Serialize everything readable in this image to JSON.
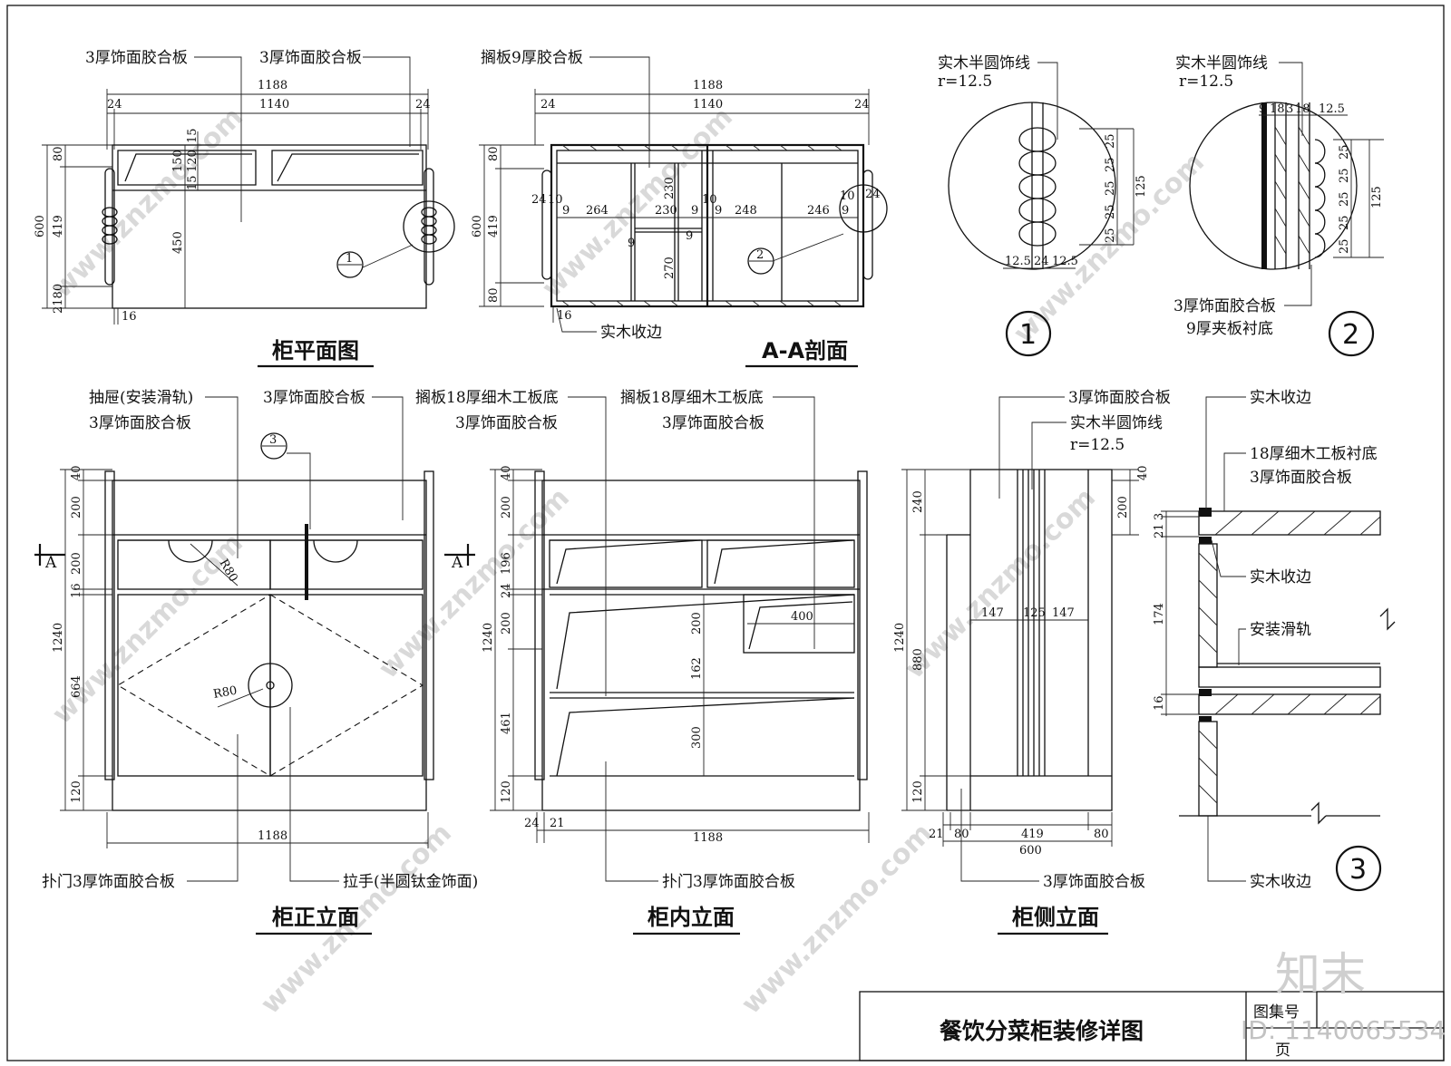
{
  "drawing": {
    "title": "餐饮分菜柜装修详图",
    "atlas_label": "图集号",
    "page_label": "页",
    "id_text": "ID: 1140065534",
    "brand": "知末",
    "watermark": "www.znzmo.com"
  },
  "views": {
    "plan": {
      "title": "柜平面图",
      "labels": [
        "3厚饰面胶合板",
        "3厚饰面胶合板"
      ],
      "dims": [
        "1188",
        "1140",
        "24",
        "24",
        "80",
        "419",
        "600",
        "450",
        "15",
        "150",
        "120",
        "15",
        "2180",
        "16"
      ],
      "callout": "1"
    },
    "section_aa": {
      "title": "A-A剖面",
      "labels": [
        "搁板9厚胶合板",
        "实木收边"
      ],
      "dims": [
        "1188",
        "1140",
        "24",
        "24",
        "80",
        "419",
        "600",
        "80",
        "24",
        "10",
        "9",
        "264",
        "230",
        "230",
        "9",
        "10",
        "9",
        "248",
        "246",
        "10",
        "9",
        "24",
        "9",
        "270",
        "9",
        "16"
      ],
      "callout": "2"
    },
    "detail1": {
      "number": "1",
      "labels": [
        "实木半圆饰线",
        "r=12.5"
      ],
      "dims": [
        "25",
        "25",
        "25",
        "25",
        "25",
        "125",
        "12.5",
        "24",
        "12.5"
      ]
    },
    "detail2": {
      "number": "2",
      "labels": [
        "实木半圆饰线",
        "r=12.5",
        "3厚饰面胶合板",
        "9厚夹板衬底"
      ],
      "dims": [
        "9",
        "18",
        "3",
        "18",
        "12.5",
        "25",
        "25",
        "25",
        "25",
        "25",
        "125"
      ]
    },
    "front": {
      "title": "柜正立面",
      "labels": [
        "抽屉(安装滑轨)",
        "3厚饰面胶合板",
        "3厚饰面胶合板",
        "扑门3厚饰面胶合板",
        "拉手(半圆钛金饰面)"
      ],
      "dims": [
        "40",
        "200",
        "200",
        "16",
        "1240",
        "664",
        "120",
        "1188",
        "R80",
        "R80"
      ],
      "section_mark": "A",
      "callout": "3"
    },
    "inner": {
      "title": "柜内立面",
      "labels": [
        "搁板18厚细木工板底",
        "3厚饰面胶合板",
        "搁板18厚细木工板底",
        "3厚饰面胶合板",
        "扑门3厚饰面胶合板"
      ],
      "dims": [
        "40",
        "200",
        "196",
        "24",
        "200",
        "1240",
        "461",
        "120",
        "200",
        "162",
        "300",
        "400",
        "24",
        "21",
        "1188"
      ]
    },
    "side": {
      "title": "柜侧立面",
      "labels": [
        "3厚饰面胶合板",
        "实木半圆饰线",
        "r=12.5",
        "3厚饰面胶合板"
      ],
      "dims": [
        "240",
        "1240",
        "880",
        "120",
        "200",
        "40",
        "147",
        "125",
        "147",
        "21",
        "80",
        "419",
        "80",
        "600"
      ]
    },
    "detail3": {
      "number": "3",
      "labels": [
        "实木收边",
        "18厚细木工板衬底",
        "3厚饰面胶合板",
        "实木收边",
        "安装滑轨",
        "实木收边"
      ],
      "dims": [
        "3",
        "21",
        "174",
        "16"
      ]
    }
  }
}
